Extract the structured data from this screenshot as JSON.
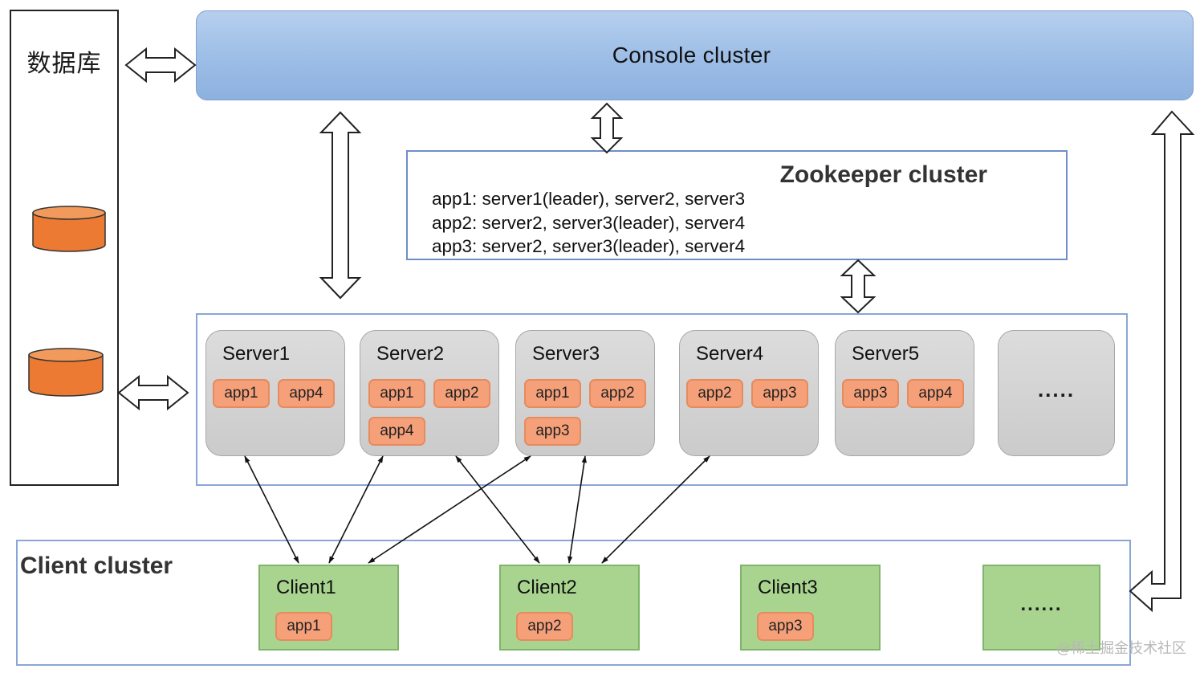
{
  "database": {
    "title": "数据库",
    "cylinder_color": "#ec7a32"
  },
  "console": {
    "title": "Console cluster"
  },
  "zookeeper": {
    "title": "Zookeeper cluster",
    "lines": [
      "app1: server1(leader), server2, server3",
      "app2: server2, server3(leader), server4",
      "app3: server2, server3(leader), server4"
    ]
  },
  "servers": [
    {
      "name": "Server1",
      "apps": [
        "app1",
        "app4"
      ]
    },
    {
      "name": "Server2",
      "apps": [
        "app1",
        "app2",
        "app4"
      ]
    },
    {
      "name": "Server3",
      "apps": [
        "app1",
        "app2",
        "app3"
      ]
    },
    {
      "name": "Server4",
      "apps": [
        "app2",
        "app3"
      ]
    },
    {
      "name": "Server5",
      "apps": [
        "app3",
        "app4"
      ]
    },
    {
      "name": "",
      "apps": [],
      "more": "....."
    }
  ],
  "client_cluster": {
    "title": "Client cluster",
    "clients": [
      {
        "name": "Client1",
        "app": "app1"
      },
      {
        "name": "Client2",
        "app": "app2"
      },
      {
        "name": "Client3",
        "app": "app3"
      },
      {
        "name": "",
        "app": "",
        "more": "......"
      }
    ]
  },
  "watermark": "@稀土掘金技术社区",
  "colors": {
    "console_fill": "#a6c4ea",
    "server_fill": "#d3d3d3",
    "app_chip": "#f6a07a",
    "client_fill": "#a9d48f",
    "cluster_border": "#8aa6d6"
  }
}
